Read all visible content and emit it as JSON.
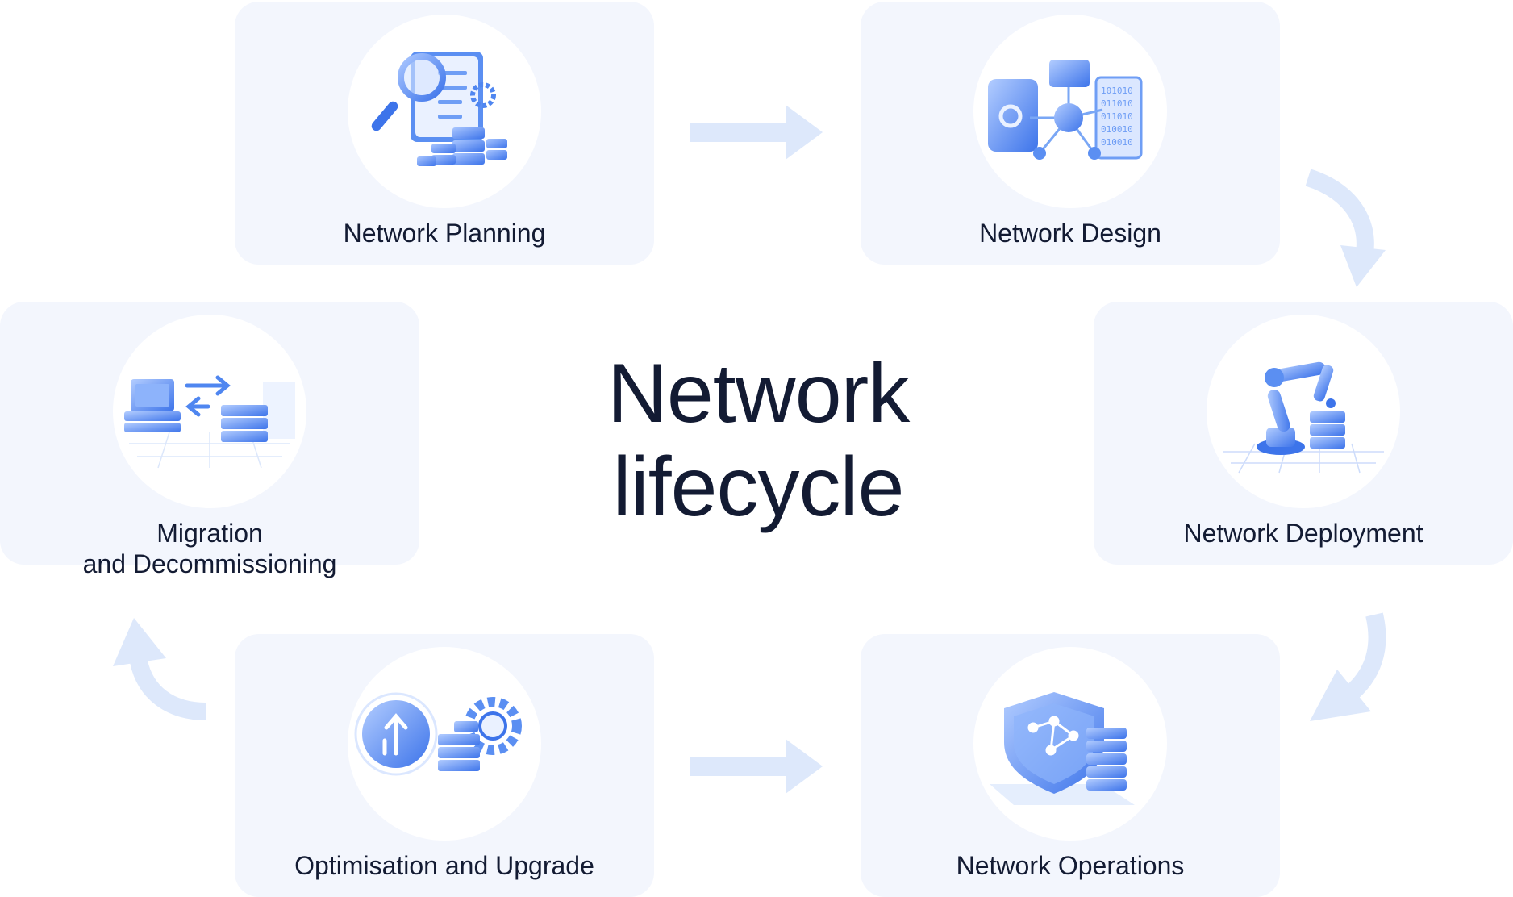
{
  "title": {
    "line1": "Network",
    "line2": "lifecycle"
  },
  "stages": [
    {
      "label": "Network Planning",
      "icon": "magnifier-checklist-servers-icon"
    },
    {
      "label": "Network Design",
      "icon": "blueprint-network-topology-icon"
    },
    {
      "label": "Network Deployment",
      "icon": "robotic-arm-servers-icon"
    },
    {
      "label": "Network Operations",
      "icon": "shield-servers-icon"
    },
    {
      "label": "Optimisation and Upgrade",
      "icon": "upgrade-arrow-gear-icon"
    },
    {
      "label_line1": "Migration",
      "label_line2": "and Decommissioning",
      "icon": "server-migration-icon"
    }
  ],
  "colors": {
    "card_background": "#f3f6fd",
    "arrow": "#dde8fb",
    "accent": "#4f86f0",
    "text": "#131b33"
  }
}
